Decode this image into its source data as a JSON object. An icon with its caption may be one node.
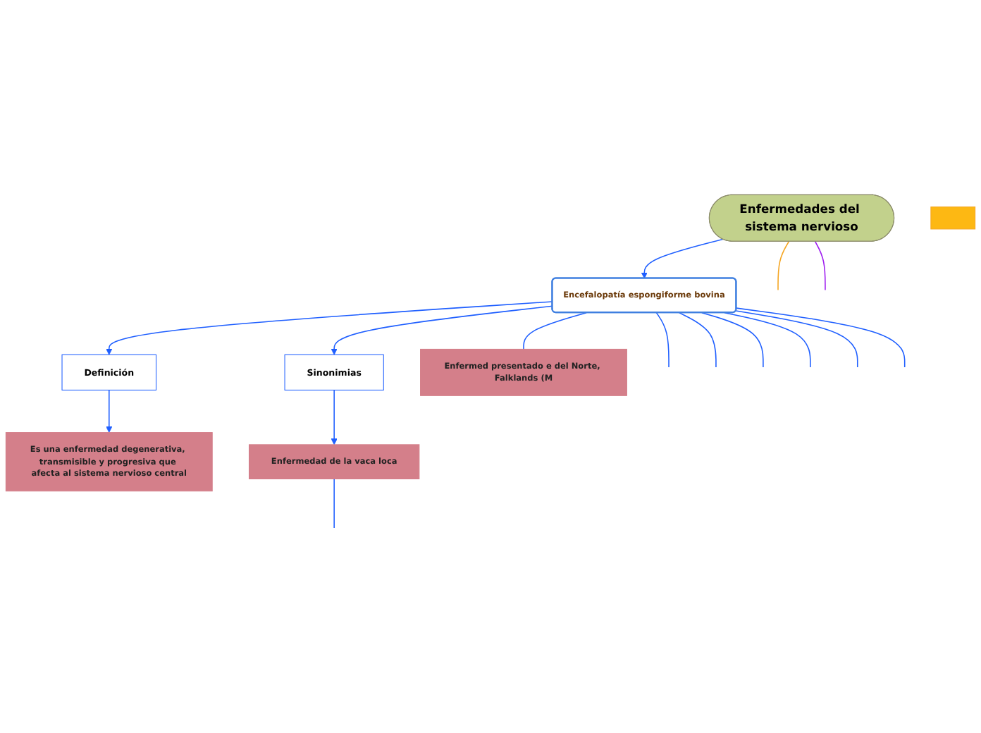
{
  "diagram": {
    "nodes": [
      {
        "text": [
          "Enfermedades del sistema nervioso"
        ]
      },
      {
        "text": [
          "Encefalopatía espongiforme bovina"
        ]
      },
      {
        "text": [
          "Definición"
        ]
      },
      {
        "text": [
          "Sinonimias"
        ]
      },
      {
        "text": [
          "Es una enfermedad degenerativa, transmisible y progresiva que afecta al sistema nervioso central"
        ]
      },
      {
        "text": [
          "Enfermedad de la vaca loca"
        ]
      },
      {
        "text": [
          "Enfermed presentado e del Norte, Falklands (M"
        ]
      },
      {
        "text": [],
        "shape": "box"
      }
    ],
    "edges": [
      {
        "from": 0,
        "to": 1,
        "arrow": "to"
      },
      {
        "from": 0,
        "to": null,
        "arrow": "none",
        "color": "#f5a623"
      },
      {
        "from": 0,
        "to": null,
        "arrow": "none",
        "color": "#a020f0"
      },
      {
        "from": 1,
        "to": 2,
        "arrow": "to"
      },
      {
        "from": 1,
        "to": 3,
        "arrow": "to"
      },
      {
        "from": 2,
        "to": 4,
        "arrow": "to"
      },
      {
        "from": 3,
        "to": 5,
        "arrow": "to"
      },
      {
        "from": 1,
        "to": 6,
        "arrow": "none"
      },
      {
        "from": 1,
        "to": null,
        "arrow": "none"
      },
      {
        "from": 1,
        "to": null,
        "arrow": "none"
      },
      {
        "from": 1,
        "to": null,
        "arrow": "none"
      },
      {
        "from": 1,
        "to": null,
        "arrow": "none"
      },
      {
        "from": 1,
        "to": null,
        "arrow": "none"
      },
      {
        "from": 1,
        "to": null,
        "arrow": "none"
      },
      {
        "from": 5,
        "to": null,
        "arrow": "none"
      }
    ]
  }
}
